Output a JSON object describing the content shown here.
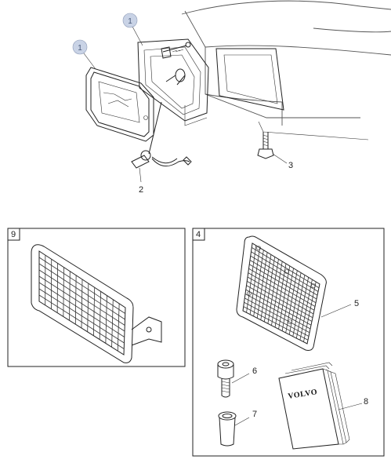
{
  "callouts": {
    "lamp_badge_left": "1",
    "lamp_badge_top": "1",
    "bulb": "2",
    "bolt": "3",
    "reflector": "5",
    "screw": "6",
    "spacer": "7",
    "booklet": "8"
  },
  "panels": {
    "grille_panel_number": "9",
    "accessory_panel_number": "4"
  },
  "booklet_brand": "VOLVO",
  "colors": {
    "badge_fill": "#c9d3e6",
    "line": "#222222"
  }
}
